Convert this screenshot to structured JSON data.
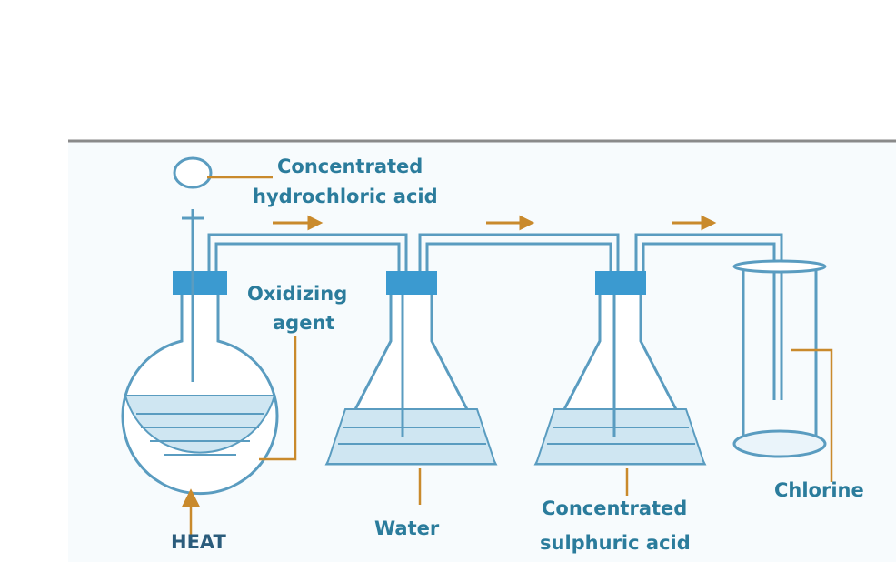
{
  "labels": {
    "hcl_line1": "Concentrated",
    "hcl_line2": "hydrochloric acid",
    "oxidizing_line1": "Oxidizing",
    "oxidizing_line2": "agent",
    "heat": "HEAT",
    "water": "Water",
    "sulphuric_line1": "Concentrated",
    "sulphuric_line2": "sulphuric acid",
    "chlorine": "Chlorine"
  },
  "colors": {
    "label": "#2b7c9c",
    "glass": "#5a9cc0",
    "stopper": "#3b9ad0",
    "liquid": "#cfe6f2",
    "pointer": "#c98a2c",
    "heat_label": "#2b5c7c",
    "background": "#f7fbfd"
  }
}
